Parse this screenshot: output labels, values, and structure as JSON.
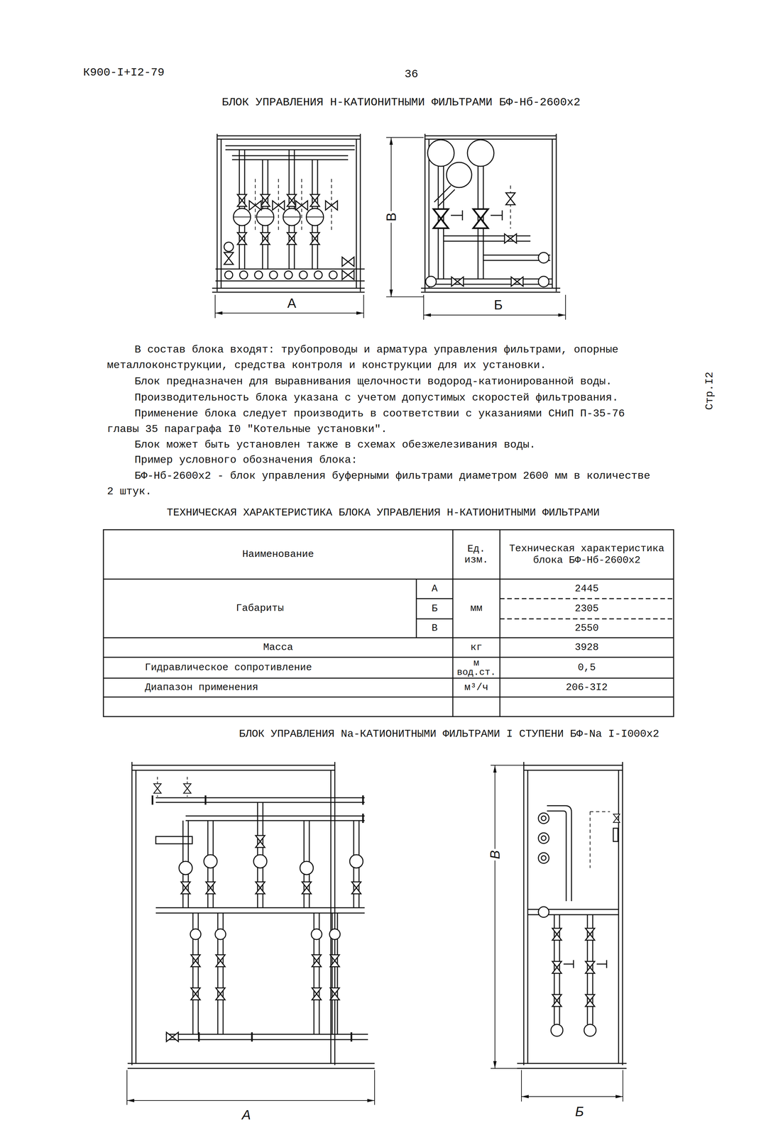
{
  "diagram": {
    "title": "БЛОК УПРАВЛЕНИЯ Н-КАТИОНИТНЫМИ ФИЛЬТРАМИ БФ-Нб-2600х2",
    "nodes": [
      {
        "text": [
          "ТЕХНИЧЕСКАЯ ХАРАКТЕРИСТИКА БЛОКА УПРАВЛЕНИЯ Н-КАТИОНИТНЫМИ ФИЛЬТРАМИ"
        ]
      },
      {
        "text": [
          "Наименование"
        ],
        "in": 0
      },
      {
        "text": [
          "Ед. изм."
        ],
        "in": 0
      },
      {
        "text": [
          "Техническая характеристика блока БФ-Нб-2600х2"
        ],
        "in": 0
      },
      {
        "text": [
          "Габариты"
        ],
        "in": 0
      },
      {
        "text": [
          "А"
        ],
        "in": 0
      },
      {
        "text": [
          "мм"
        ],
        "in": 0
      },
      {
        "text": [
          "2445"
        ],
        "in": 0
      },
      {
        "text": [
          "Б"
        ],
        "in": 0
      },
      {
        "text": [
          "2305"
        ],
        "in": 0
      },
      {
        "text": [
          "В"
        ],
        "in": 0
      },
      {
        "text": [
          "2550"
        ],
        "in": 0
      },
      {
        "text": [
          "Масса"
        ],
        "in": 0
      },
      {
        "text": [
          "кг"
        ],
        "in": 0
      },
      {
        "text": [
          "3928"
        ],
        "in": 0
      },
      {
        "text": [
          "Гидравлическое сопротивление"
        ],
        "in": 0
      },
      {
        "text": [
          "м вод.ст."
        ],
        "in": 0
      },
      {
        "text": [
          "0,5"
        ],
        "in": 0
      },
      {
        "text": [
          "Диапазон применения"
        ],
        "in": 0
      },
      {
        "text": [
          "м³/ч"
        ],
        "in": 0
      },
      {
        "text": [
          "206-3I2"
        ],
        "in": 0
      }
    ],
    "labels": [
      "К900-I+I2-79",
      "36",
      "В",
      "А",
      "Б",
      "В состав блока входят: трубопроводы и арматура управления фильтрами, опорные металлоконструкции, средства контроля и конструкции для их установки.",
      "Блок предназначен для выравнивания щелочности водород-катионированной воды.",
      "Производительность блока указана с учетом допустимых скоростей фильтрования.",
      "Применение блока следует производить в соответствии с указаниями СНиП П-35-76 главы 35 параграфа I0 \"Котельные установки\".",
      "Блок может быть установлен также в схемах обезжелезивания воды.",
      "Пример условного обозначения блока:",
      "БФ-Нб-2600х2 - блок управления буферными фильтрами диаметром 2600 мм в количестве 2 штук.",
      "Стр.I2",
      "БЛОК УПРАВЛЕНИЯ Na-КАТИОНИТНЫМИ ФИЛЬТРАМИ I СТУПЕНИ БФ-Na I-I000х2",
      "В",
      "А",
      "Б"
    ]
  }
}
